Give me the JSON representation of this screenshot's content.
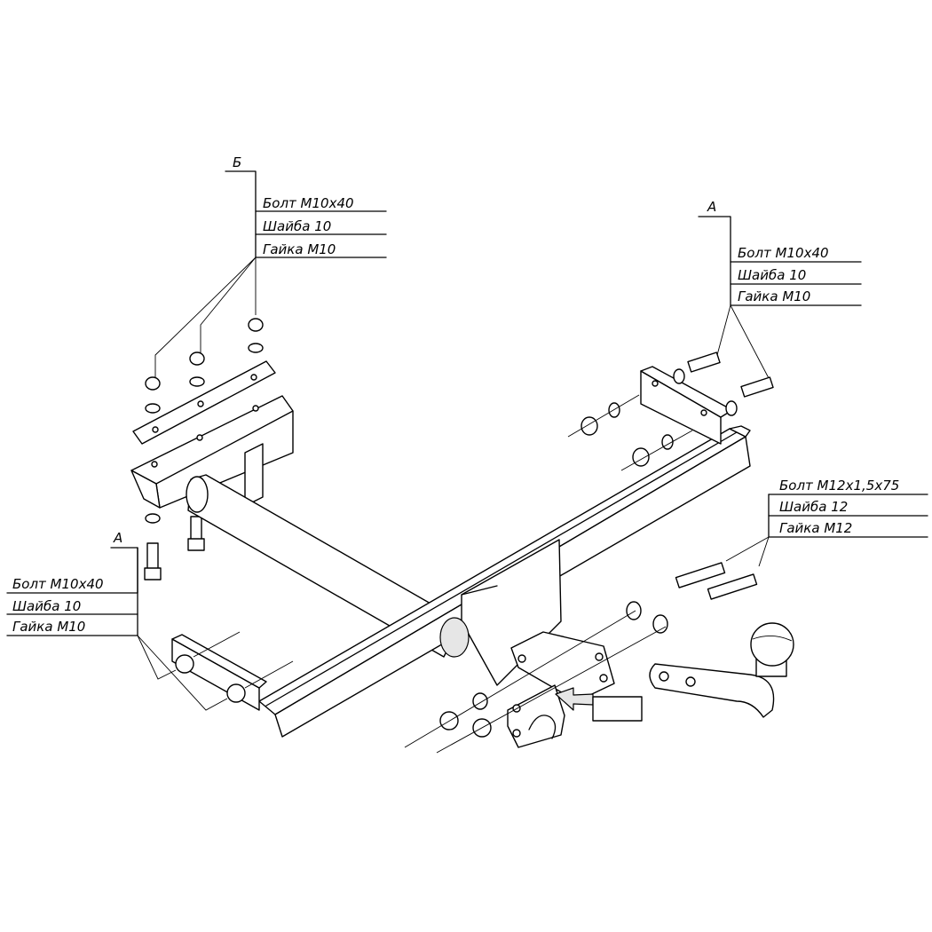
{
  "callouts": {
    "b_top": {
      "letter": "Б",
      "bolt": "Болт М10х40",
      "washer": "Шайба 10",
      "nut": "Гайка М10"
    },
    "a_right": {
      "letter": "А",
      "bolt": "Болт М10х40",
      "washer": "Шайба 10",
      "nut": "Гайка М10"
    },
    "a_left": {
      "letter": "А",
      "bolt": "Болт М10х40",
      "washer": "Шайба 10",
      "nut": "Гайка М10"
    },
    "ball": {
      "bolt": "Болт М12х1,5х75",
      "washer": "Шайба 12",
      "nut": "Гайка М12"
    }
  }
}
